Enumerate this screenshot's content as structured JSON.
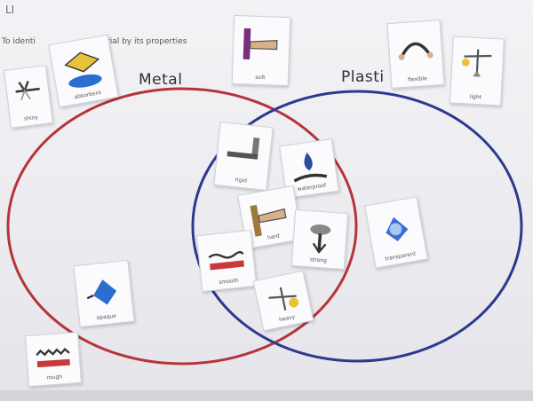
{
  "worksheet": {
    "title_fragment": "LI",
    "objective_start": "To identi",
    "objective_end": "rial by its properties",
    "set_labels": {
      "left": "Metal",
      "right": "Plasti"
    }
  },
  "colors": {
    "metal_ring": "#b5343a",
    "plastic_ring": "#2b3a8f",
    "paper": "#ededf1"
  },
  "cards": {
    "shiny": {
      "caption": "shiny",
      "icon": "reflection-icon"
    },
    "absorbent": {
      "caption": "absorbent",
      "icon": "mortarboard-water-icon"
    },
    "soft": {
      "caption": "soft",
      "icon": "finger-press-icon"
    },
    "flexible": {
      "caption": "flexible",
      "icon": "bending-rope-icon"
    },
    "light": {
      "caption": "light",
      "icon": "scale-light-icon"
    },
    "rigid": {
      "caption": "rigid",
      "icon": "rigid-bar-icon"
    },
    "waterproof": {
      "caption": "waterproof",
      "icon": "water-drop-icon"
    },
    "hard": {
      "caption": "hard",
      "icon": "finger-press-hard-icon"
    },
    "smooth": {
      "caption": "smooth",
      "icon": "smooth-surface-icon"
    },
    "strong": {
      "caption": "strong",
      "icon": "weight-lift-icon"
    },
    "heavy": {
      "caption": "heavy",
      "icon": "scale-heavy-icon"
    },
    "transparent": {
      "caption": "transparent",
      "icon": "transparent-glass-icon"
    },
    "opaque": {
      "caption": "opaque",
      "icon": "opaque-shape-icon"
    },
    "rough": {
      "caption": "rough",
      "icon": "rough-surface-icon"
    }
  }
}
